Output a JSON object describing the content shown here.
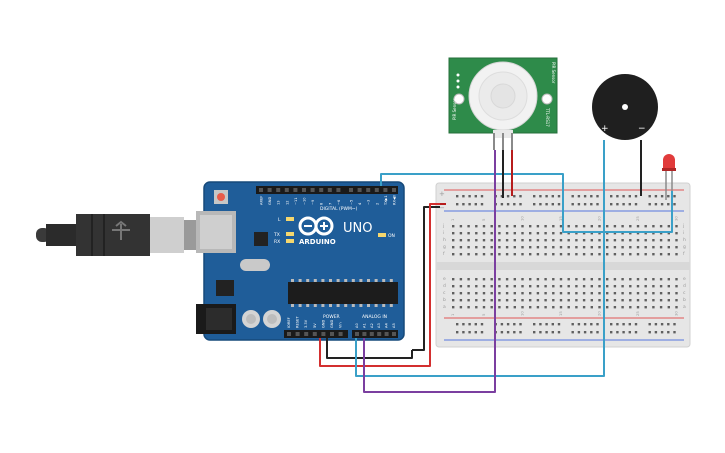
{
  "board": {
    "brand": "ARDUINO",
    "model": "UNO",
    "digital_label": "DIGITAL (PWM~)",
    "power_label": "POWER",
    "analog_label": "ANALOG IN",
    "led_l": "L",
    "led_tx": "TX",
    "led_rx": "RX",
    "led_on": "ON",
    "digital_pins": [
      "AREF",
      "GND",
      "13",
      "12",
      "~11",
      "~10",
      "~9",
      "8",
      "7",
      "~6",
      "~5",
      "4",
      "~3",
      "2",
      "TX▶1",
      "RX◀0"
    ],
    "power_pins": [
      "IOREF",
      "RESET",
      "3.3V",
      "5V",
      "GND",
      "GND",
      "Vin"
    ],
    "analog_pins": [
      "A0",
      "A1",
      "A2",
      "A3",
      "A4",
      "A5"
    ]
  },
  "pir_sensor": {
    "side_left": "PIR Sensor",
    "side_right_1": "PIR Sensor",
    "side_right_2": "TTL-RS17"
  },
  "buzzer": {
    "plus": "+",
    "minus": "−"
  },
  "breadboard": {
    "columns": [
      "1",
      "5",
      "10",
      "15",
      "20",
      "25",
      "30"
    ],
    "rows_top": [
      "j",
      "i",
      "h",
      "g",
      "f"
    ],
    "rows_bottom": [
      "e",
      "d",
      "c",
      "b",
      "a"
    ],
    "rail_plus": "+",
    "rail_minus": "−"
  },
  "wires": {
    "colors": {
      "red": "#d32f2f",
      "black": "#222222",
      "cyan": "#3aa0c8",
      "purple": "#7b3fa0",
      "dark_red": "#b71c1c"
    }
  }
}
